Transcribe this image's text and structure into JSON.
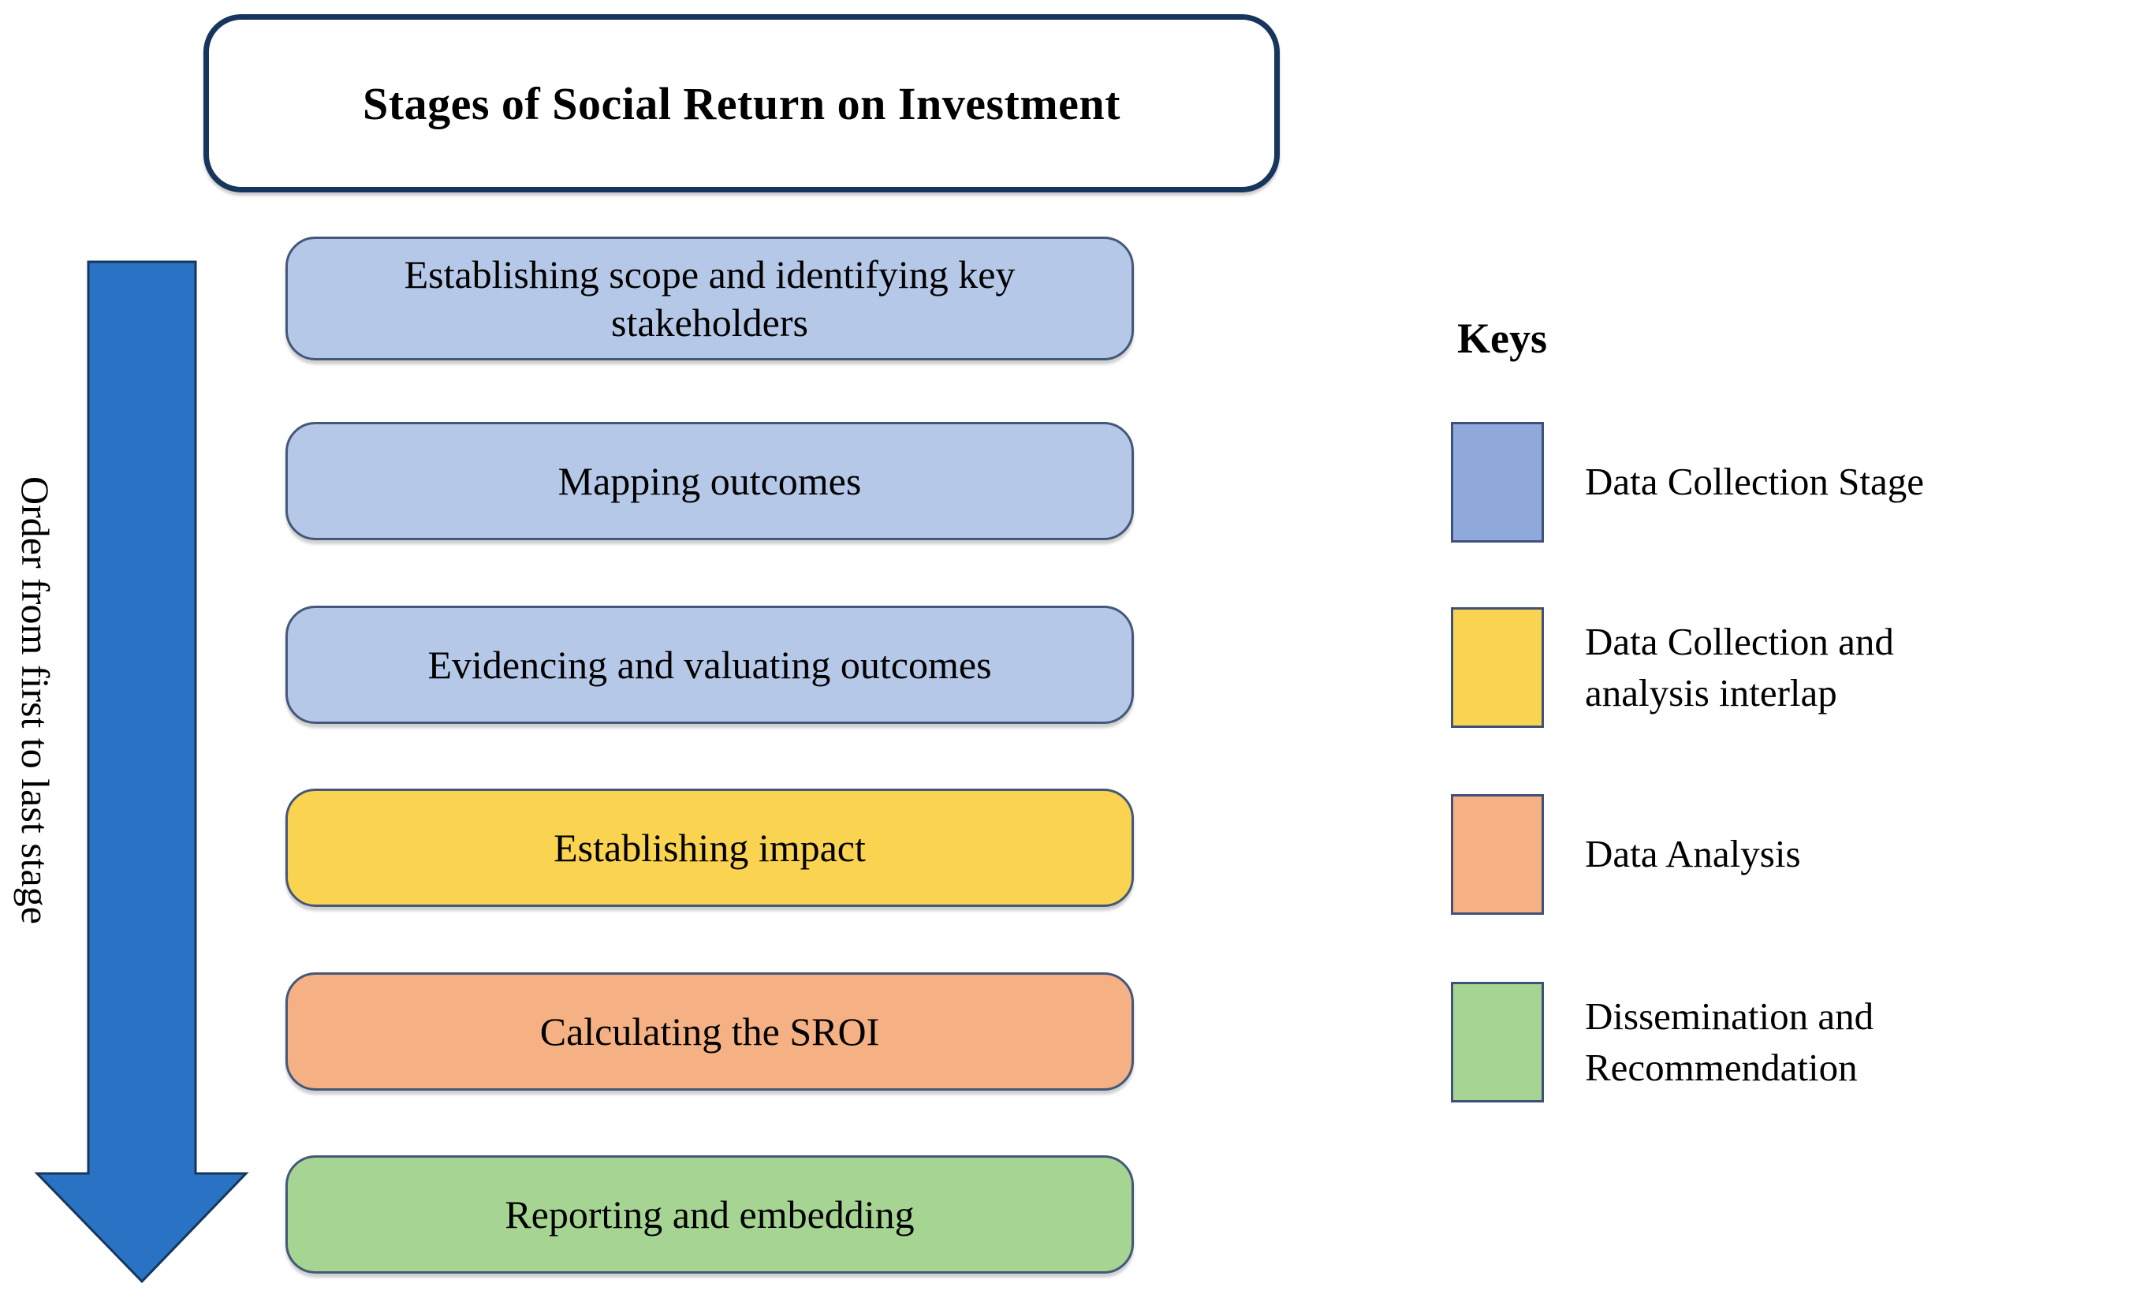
{
  "title": {
    "text": "Stages of Social Return on Investment"
  },
  "arrow": {
    "label": "Order from first to last stage",
    "color": "#2A73C4",
    "border_color": "#17365D"
  },
  "stages": [
    {
      "label": "Establishing scope and identifying key stakeholders",
      "color": "#B5C8E8"
    },
    {
      "label": "Mapping outcomes",
      "color": "#B5C8E8"
    },
    {
      "label": "Evidencing and valuating outcomes",
      "color": "#B5C8E8"
    },
    {
      "label": "Establishing impact",
      "color": "#FAD351"
    },
    {
      "label": "Calculating the SROI",
      "color": "#F5B183"
    },
    {
      "label": "Reporting and embedding",
      "color": "#A6D492"
    }
  ],
  "legend": {
    "heading": "Keys",
    "items": [
      {
        "label": "Data Collection Stage",
        "color": "#8FA9DB"
      },
      {
        "label": "Data Collection and\nanalysis interlap",
        "color": "#FAD351"
      },
      {
        "label": "Data Analysis",
        "color": "#F5B183"
      },
      {
        "label": "Dissemination and\nRecommendation",
        "color": "#A6D492"
      }
    ]
  }
}
